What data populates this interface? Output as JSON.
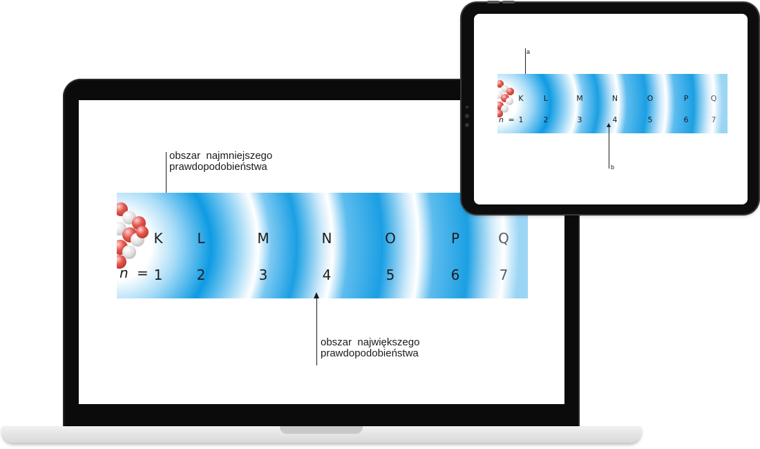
{
  "shells": [
    {
      "letter": "K",
      "n": "1"
    },
    {
      "letter": "L",
      "n": "2"
    },
    {
      "letter": "M",
      "n": "3"
    },
    {
      "letter": "N",
      "n": "4"
    },
    {
      "letter": "O",
      "n": "5"
    },
    {
      "letter": "P",
      "n": "6"
    },
    {
      "letter": "Q",
      "n": "7"
    }
  ],
  "n_label": {
    "symbol": "n",
    "equals": "="
  },
  "laptop": {
    "callout_top": {
      "line1": "obszar  najmniejszego",
      "line2": "prawdopodobieństwa"
    },
    "callout_bottom": {
      "line1": "obszar  największego",
      "line2": "prawdopodobieństwa"
    }
  },
  "tablet": {
    "marker_top": "a",
    "marker_bottom": "b"
  },
  "colors": {
    "wave_blue": "#1b9fe3",
    "proton_red": "#e2584f",
    "neutron_gray": "#d9d9d9"
  }
}
